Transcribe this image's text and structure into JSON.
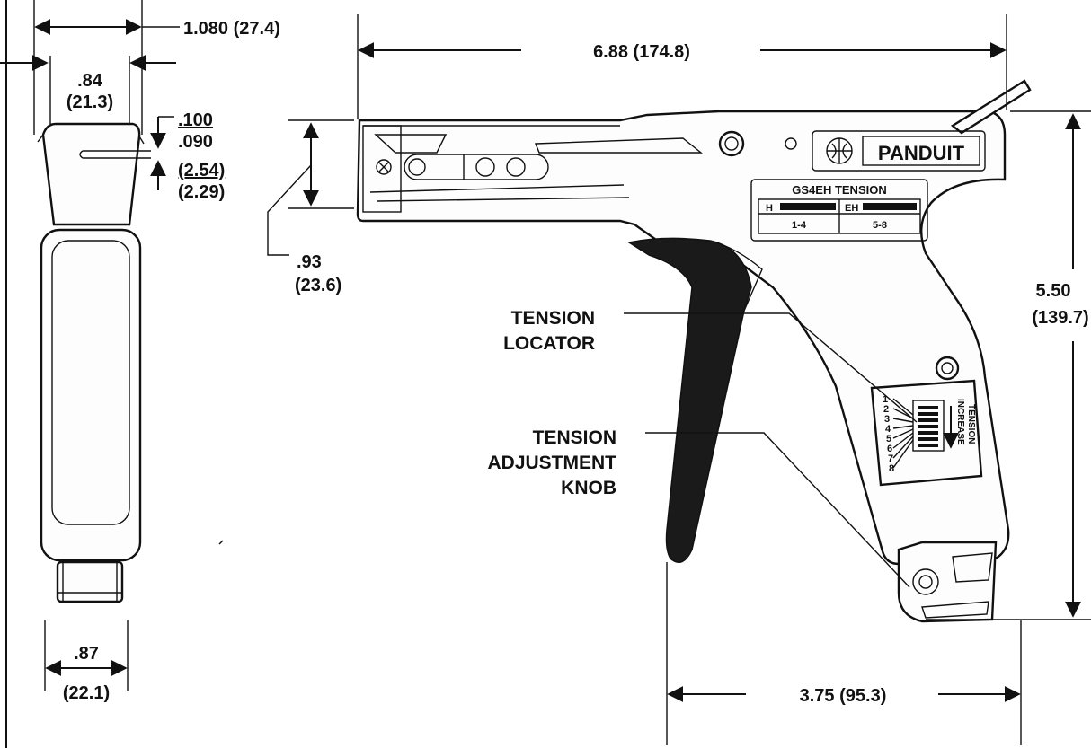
{
  "dimensions": {
    "overall_width": "1.080  (27.4)",
    "top_width_in": ".84",
    "top_width_mm": "(21.3)",
    "slot_max_in": ".100",
    "slot_min_in": ".090",
    "slot_max_mm": "(2.54)",
    "slot_min_mm": "(2.29)",
    "bottom_width_in": ".87",
    "bottom_width_mm": "(22.1)",
    "nose_height_in": ".93",
    "nose_height_mm": "(23.6)",
    "overall_length": "6.88  (174.8)",
    "overall_height_in": "5.50",
    "overall_height_mm": "(139.7)",
    "handle_width": "3.75 (95.3)"
  },
  "callouts": {
    "tension_locator_line1": "TENSION",
    "tension_locator_line2": "LOCATOR",
    "tension_knob_line1": "TENSION",
    "tension_knob_line2": "ADJUSTMENT",
    "tension_knob_line3": "KNOB"
  },
  "tool_label": {
    "brand": "PANDUIT",
    "tension_title": "GS4EH TENSION",
    "range_h_label": "H",
    "range_h_value": "1-4",
    "range_eh_label": "EH",
    "range_eh_value": "5-8",
    "scale_numbers": [
      "1",
      "2",
      "3",
      "4",
      "5",
      "6",
      "7",
      "8"
    ],
    "scale_text_line1": "INCREASE",
    "scale_text_line2": "TENSION"
  }
}
